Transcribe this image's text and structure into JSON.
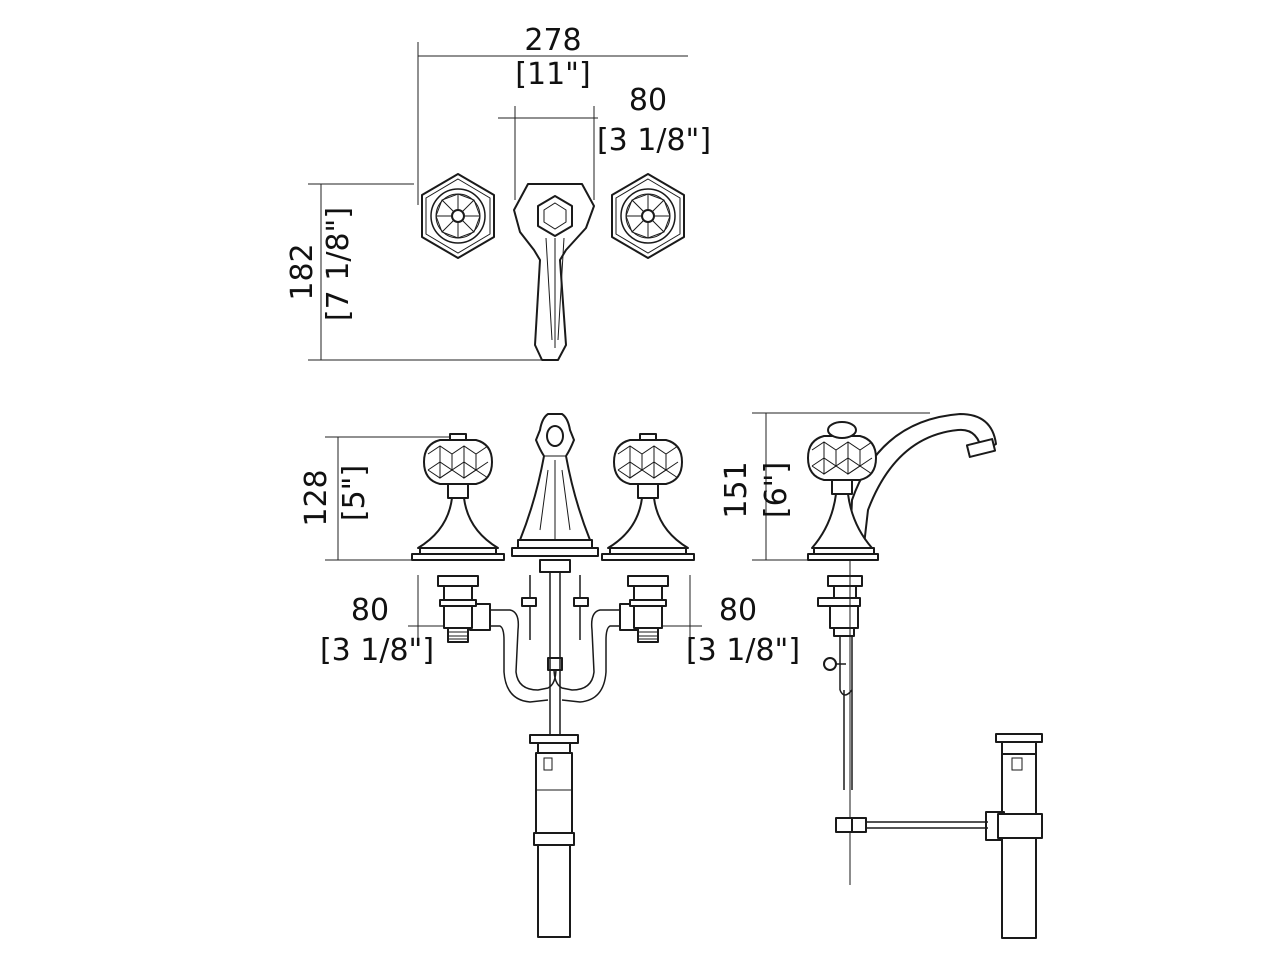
{
  "dimensions": {
    "top_width": {
      "mm": "278",
      "in": "[11\"]"
    },
    "top_spacing": {
      "mm": "80",
      "in": "[3 1/8\"]"
    },
    "top_depth": {
      "mm": "182",
      "in": "[7 1/8\"]"
    },
    "front_handle_height": {
      "mm": "128",
      "in": "[5\"]"
    },
    "front_left_spacing": {
      "mm": "80",
      "in": "[3 1/8\"]"
    },
    "front_right_spacing": {
      "mm": "80",
      "in": "[3 1/8\"]"
    },
    "side_spout_height": {
      "mm": "151",
      "in": "[6\"]"
    }
  }
}
